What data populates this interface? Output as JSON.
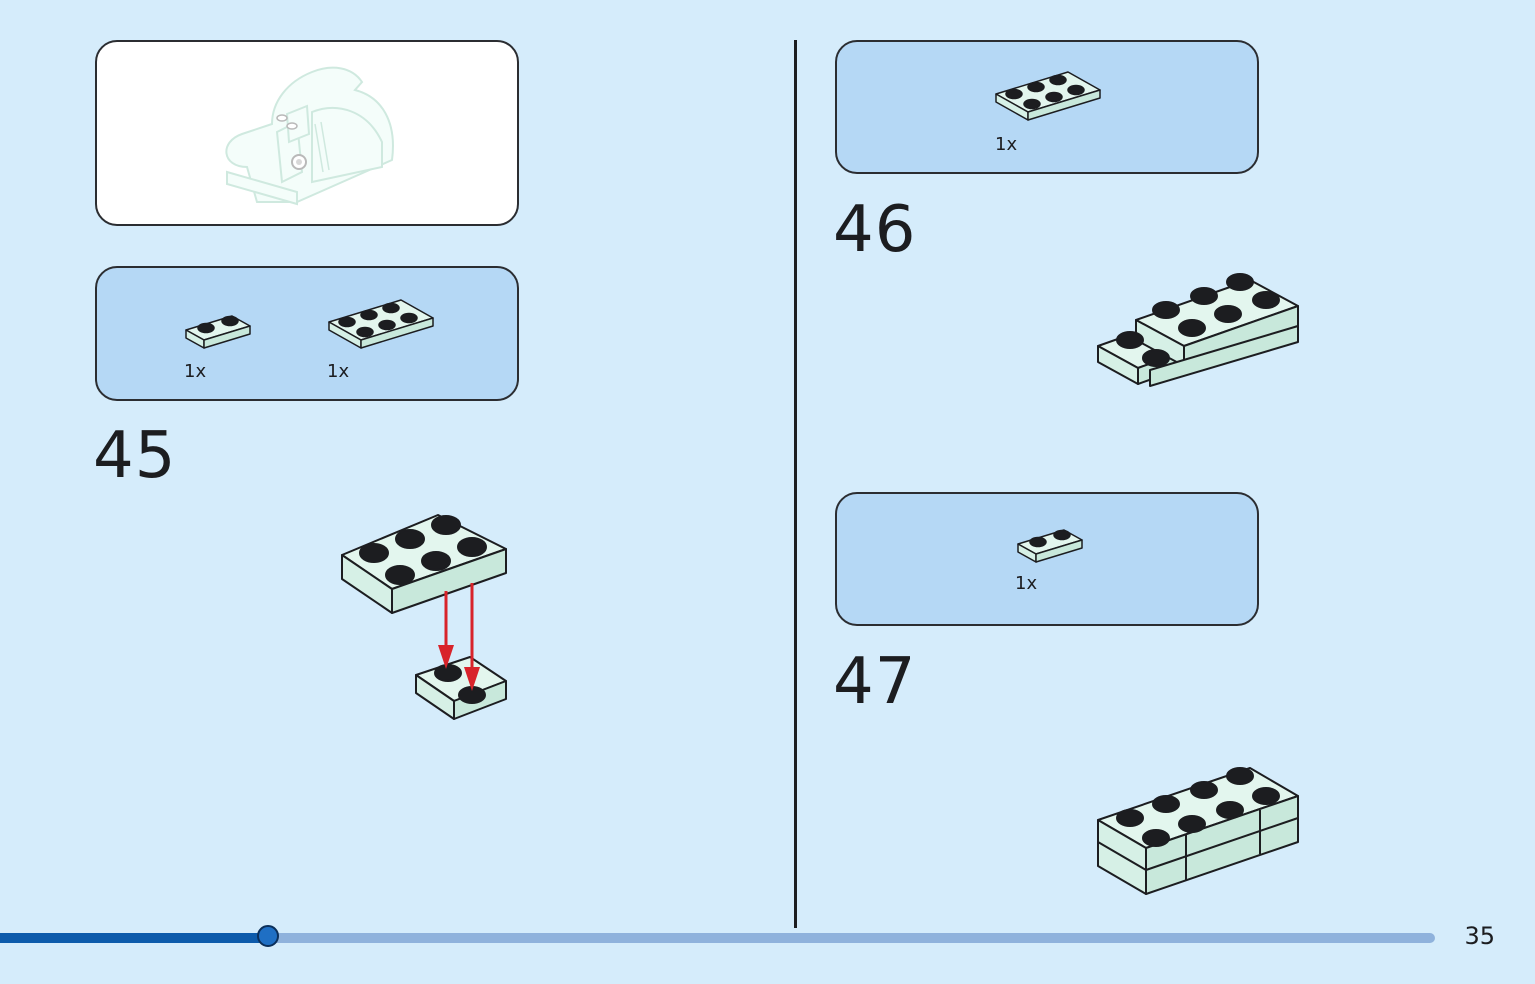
{
  "steps": [
    {
      "number": "45",
      "parts": [
        {
          "qty": "1x",
          "icon": "plate-1x2-icon"
        },
        {
          "qty": "1x",
          "icon": "plate-2x3-icon"
        }
      ]
    },
    {
      "number": "46",
      "parts": [
        {
          "qty": "1x",
          "icon": "plate-2x3-icon"
        }
      ]
    },
    {
      "number": "47",
      "parts": [
        {
          "qty": "1x",
          "icon": "plate-1x2-icon"
        }
      ]
    }
  ],
  "page_number": "35",
  "progress": {
    "fraction": 0.187
  },
  "colors": {
    "page_background": "#d5ecfb",
    "parts_box": "#b5d8f5",
    "brick": "#d6f0e6",
    "arrow": "#d8232a",
    "progress_fill": "#0d5bab",
    "progress_track": "#8fb2dc"
  }
}
